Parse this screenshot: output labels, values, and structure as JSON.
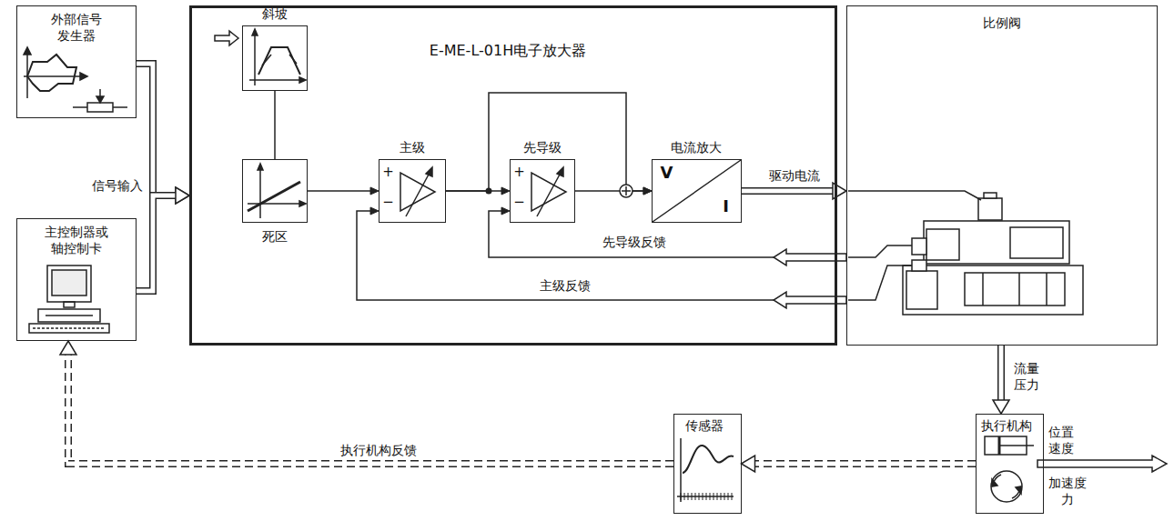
{
  "diagram": {
    "nodes": [
      {
        "text": [
          "外部信号 发生器"
        ]
      },
      {
        "text": [
          "主控制器或 轴控制卡"
        ]
      },
      {
        "text": [
          "E-ME-L-01H电子放大器"
        ]
      },
      {
        "text": [
          "斜坡"
        ],
        "in": 2
      },
      {
        "text": [
          "死区"
        ],
        "in": 2
      },
      {
        "text": [
          "主级",
          "+",
          "−"
        ],
        "in": 2
      },
      {
        "text": [
          "先导级",
          "+",
          "−"
        ],
        "in": 2
      },
      {
        "text": [
          "电流放大",
          "V",
          "I"
        ],
        "in": 2
      },
      {
        "text": [
          "比例阀"
        ]
      },
      {
        "text": [
          "传感器"
        ]
      },
      {
        "text": [
          "执行机构"
        ]
      }
    ],
    "edges": [
      {
        "from": 0,
        "to": 2,
        "arrow": "to",
        "label": "信号输入"
      },
      {
        "from": 1,
        "to": 2,
        "arrow": "to"
      },
      {
        "from": 3,
        "to": 4,
        "arrow": "none"
      },
      {
        "from": 4,
        "to": 5,
        "arrow": "to"
      },
      {
        "from": 5,
        "to": 6,
        "arrow": "to"
      },
      {
        "from": 5,
        "to": 7,
        "arrow": "to"
      },
      {
        "from": 6,
        "to": 7,
        "arrow": "to"
      },
      {
        "from": 7,
        "to": 8,
        "arrow": "to",
        "label": "驱动电流"
      },
      {
        "from": 8,
        "to": 6,
        "arrow": "to",
        "label": "先导级反馈"
      },
      {
        "from": 8,
        "to": 5,
        "arrow": "to",
        "label": "主级反馈"
      },
      {
        "from": 8,
        "to": 10,
        "arrow": "to",
        "label": "流量 压力"
      },
      {
        "from": 10,
        "to": 9,
        "arrow": "to"
      },
      {
        "from": 9,
        "to": 1,
        "arrow": "to",
        "label": "执行机构反馈"
      }
    ],
    "labels": [
      "位置 速度",
      "加速度 力"
    ]
  }
}
